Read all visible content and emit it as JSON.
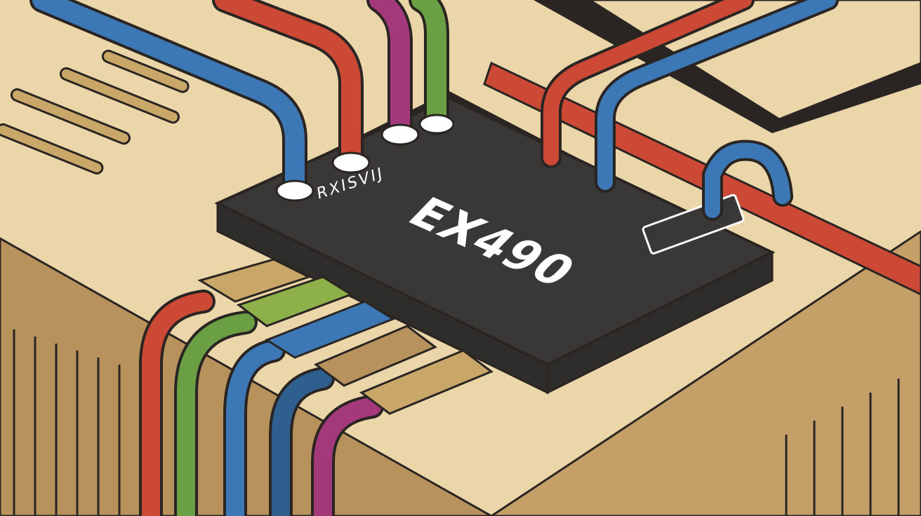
{
  "scene": {
    "description": "Isometric flat illustration of a network switch with Ethernet and power cables plugged in, sitting on a tan device",
    "device": {
      "model_label": "EX490",
      "brand_label": "RXISVIJ",
      "icons": [
        "d-shape-icon",
        "power-g-icon",
        "clock-icon",
        "pill-icon"
      ]
    },
    "colors": {
      "background": "#e8d3a3",
      "device_body": "#3a3836",
      "cable_blue": "#3b78b5",
      "cable_red": "#cc4a35",
      "cable_green": "#6aa043",
      "cable_purple": "#a3397a",
      "cable_tan": "#c9a769",
      "outline": "#2a2522",
      "base_dark": "#b08a55"
    }
  }
}
